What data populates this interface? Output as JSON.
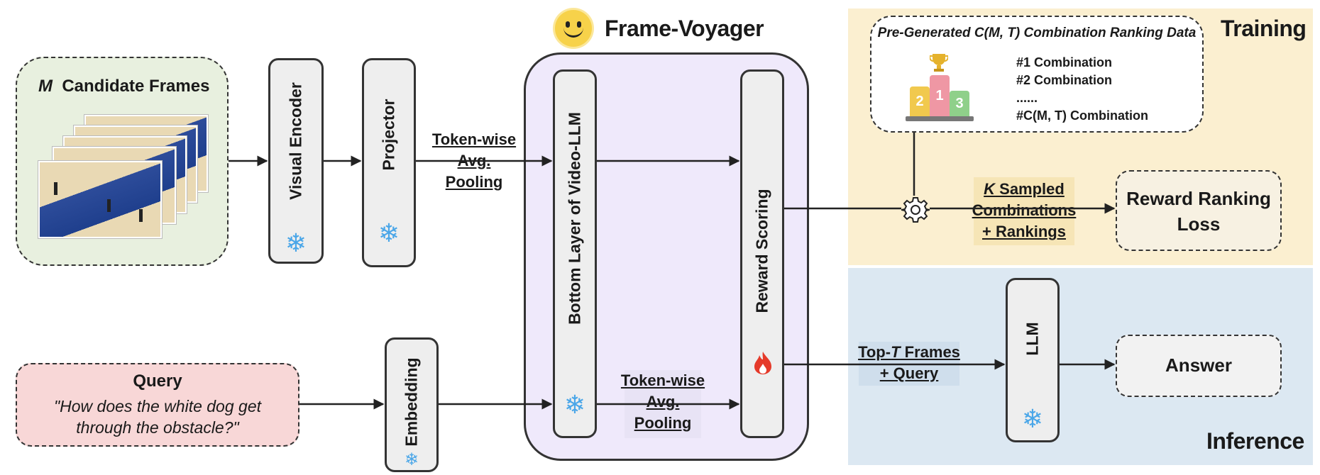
{
  "regions": {
    "training": "Training",
    "inference": "Inference"
  },
  "header": {
    "title": "Frame-Voyager",
    "logo_icon": "smiley-face-icon"
  },
  "candidate_frames": {
    "m_symbol": "M",
    "label": "Candidate Frames"
  },
  "modules": {
    "visual_encoder": "Visual Encoder",
    "projector": "Projector",
    "bottom_layer": "Bottom Layer of Video-LLM",
    "reward_scoring": "Reward Scoring",
    "embedding": "Embedding",
    "llm": "LLM"
  },
  "pooling_top": {
    "line1": "Token-wise",
    "line2": "Avg.",
    "line3": "Pooling"
  },
  "pooling_bottom": {
    "line1": "Token-wise",
    "line2": "Avg.",
    "line3": "Pooling"
  },
  "query": {
    "title": "Query",
    "text_line1": "\"How does the white dog get",
    "text_line2": "through the obstacle?\""
  },
  "ranking_data": {
    "title": "Pre-Generated C(M, T) Combination Ranking Data",
    "items": [
      "#1 Combination",
      "#2 Combination",
      "......",
      "#C(M, T) Combination"
    ],
    "podium": [
      "2",
      "1",
      "3"
    ]
  },
  "sampled": {
    "k_symbol": "K",
    "line1_rest": " Sampled",
    "line2": "Combinations",
    "line3": "+ Rankings"
  },
  "reward_loss": {
    "line1": "Reward Ranking",
    "line2": "Loss"
  },
  "topt": {
    "prefix": "Top-",
    "t_symbol": "T",
    "suffix": " Frames",
    "line2": "+ Query"
  },
  "answer": "Answer",
  "icons": {
    "frozen": "snowflake-icon",
    "trainable": "flame-icon",
    "operator": "gear-icon",
    "trophy": "trophy-icon"
  },
  "colors": {
    "training_bg": "#fbefd0",
    "inference_bg": "#dce8f2",
    "frames_bg": "#e8f0df",
    "query_bg": "#f8d7d7",
    "voyager_bg": "#efe9fb",
    "snowflake": "#4aa6e8",
    "flame": "#e53a2a"
  }
}
